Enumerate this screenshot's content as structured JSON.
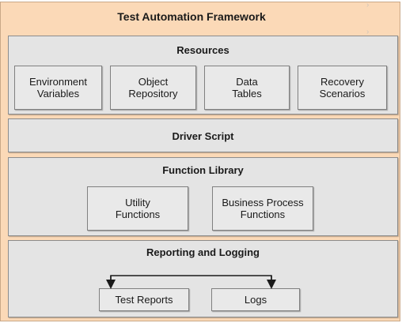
{
  "title": "Test Automation Framework",
  "resources": {
    "title": "Resources",
    "items": [
      "Environment\nVariables",
      "Object\nRepository",
      "Data\nTables",
      "Recovery\nScenarios"
    ]
  },
  "driver_script": {
    "title": "Driver Script"
  },
  "function_library": {
    "title": "Function Library",
    "items": [
      "Utility\nFunctions",
      "Business Process\nFunctions"
    ]
  },
  "reporting": {
    "title": "Reporting and Logging",
    "items": [
      "Test Reports",
      "Logs"
    ]
  },
  "colors": {
    "frame_bg": "#fbd9b7",
    "section_bg": "#e4e4e4",
    "border": "#808080"
  }
}
